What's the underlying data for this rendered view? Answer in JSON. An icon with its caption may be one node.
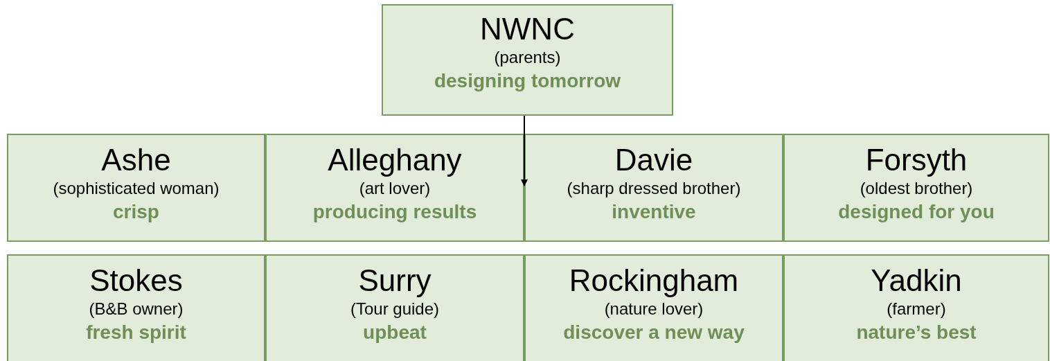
{
  "diagram": {
    "nodes": [
      {
        "text": [
          "NWNC",
          "(parents)",
          "designing tomorrow"
        ]
      },
      {
        "text": [
          "Ashe",
          "(sophisticated woman)",
          "crisp"
        ]
      },
      {
        "text": [
          "Alleghany",
          "(art lover)",
          "producing results"
        ]
      },
      {
        "text": [
          "Davie",
          "(sharp dressed brother)",
          "inventive"
        ]
      },
      {
        "text": [
          "Forsyth",
          "(oldest brother)",
          "designed for you"
        ]
      },
      {
        "text": [
          "Stokes",
          "(B&B owner)",
          "fresh spirit"
        ]
      },
      {
        "text": [
          "Surry",
          "(Tour guide)",
          "upbeat"
        ]
      },
      {
        "text": [
          "Rockingham",
          "(nature lover)",
          "discover a new way"
        ]
      },
      {
        "text": [
          "Yadkin",
          "(farmer)",
          "nature’s best"
        ]
      }
    ],
    "edges": [
      {
        "from": 0,
        "to": 2,
        "arrow": "to"
      }
    ]
  }
}
